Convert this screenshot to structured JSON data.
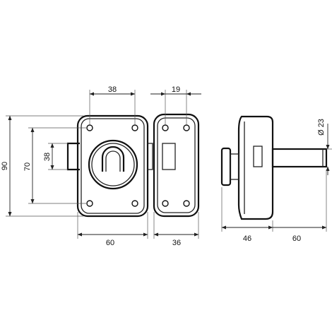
{
  "dimensions": {
    "width_front": "38",
    "height_total": "90",
    "height_mid": "70",
    "height_small": "38",
    "base_width_front": "60",
    "keeper_top": "19",
    "keeper_base": "36",
    "diameter": "Ø 23",
    "side_body": "46",
    "side_bolt": "60"
  }
}
